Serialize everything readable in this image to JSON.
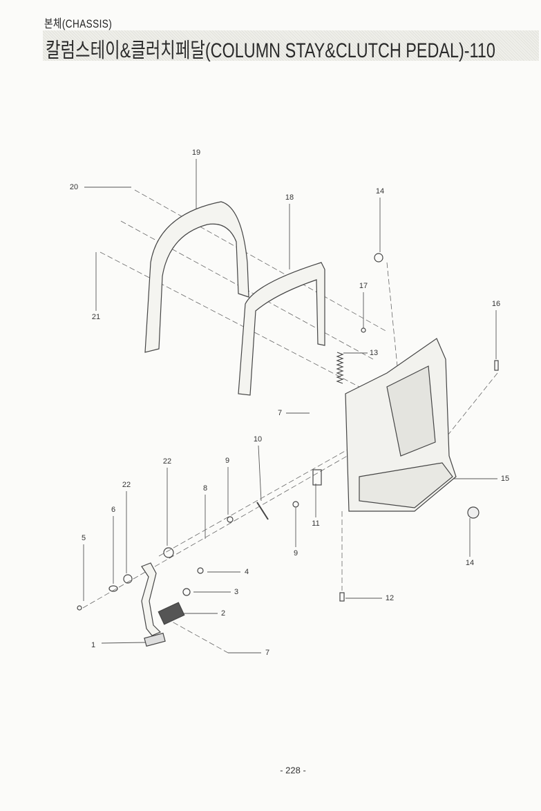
{
  "header": {
    "section": "본체(CHASSIS)",
    "title": "칼럼스테이&클러치페달(COLUMN STAY&CLUTCH PEDAL)-110"
  },
  "callouts": [
    "20",
    "19",
    "18",
    "14",
    "17",
    "16",
    "21",
    "13",
    "7",
    "10",
    "22",
    "9",
    "22",
    "8",
    "6",
    "15",
    "11",
    "9",
    "5",
    "14",
    "4",
    "3",
    "12",
    "2",
    "1",
    "7"
  ],
  "footer": {
    "page": "- 228 -"
  }
}
